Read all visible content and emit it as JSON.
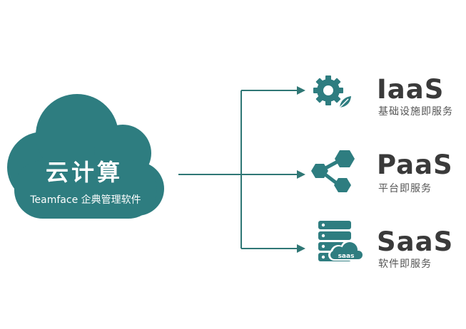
{
  "cloud": {
    "title": "云计算",
    "subtitle": "Teamface 企典管理软件"
  },
  "services": [
    {
      "name": "IaaS",
      "description": "基础设施即服务",
      "icon": "gear-leaf-icon"
    },
    {
      "name": "PaaS",
      "description": "平台即服务",
      "icon": "share-hexagon-icon"
    },
    {
      "name": "SaaS",
      "description": "软件即服务",
      "icon": "server-cloud-icon",
      "icon_text": "saas"
    }
  ],
  "colors": {
    "cloud_fill": "#2e7d80",
    "arrow": "#2f7775",
    "icon": "#2e7d80",
    "service_text": "#3a3a3a",
    "desc_text": "#555555"
  }
}
